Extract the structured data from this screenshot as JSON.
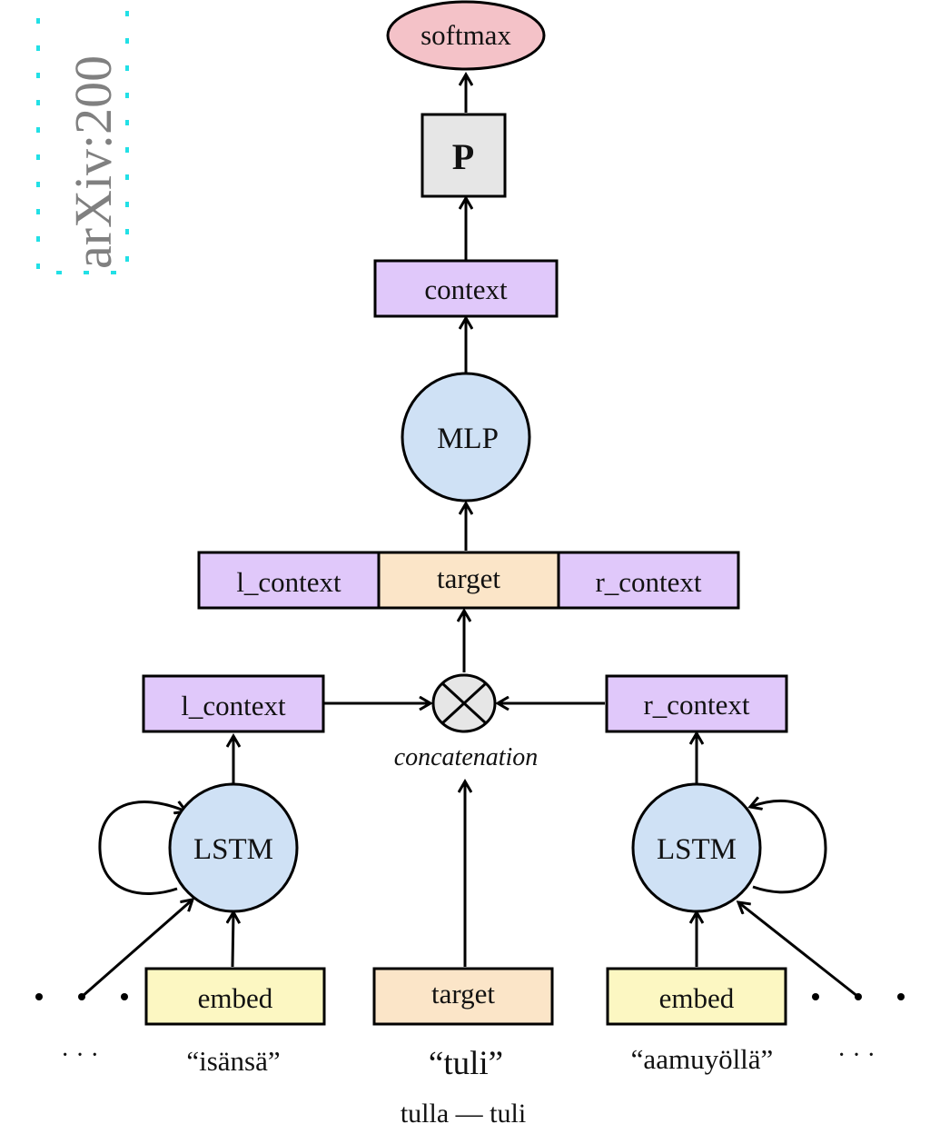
{
  "watermark": {
    "text": "arXiv:200",
    "color": "#808080",
    "border_color": "#22e0e6"
  },
  "colors": {
    "softmax": "#f4c2c8",
    "projection": "#e6e6e6",
    "context": "#e0c8fa",
    "mlp": "#cfe1f5",
    "target": "#fbe5c8",
    "lstm": "#cfe1f5",
    "embed": "#fcf7c2",
    "concat": "#e6e6e6"
  },
  "nodes": {
    "softmax": "softmax",
    "projection": "P",
    "context": "context",
    "mlp": "MLP",
    "concat_row": {
      "left": "l_context",
      "middle": "target",
      "right": "r_context"
    },
    "left_context": "l_context",
    "right_context": "r_context",
    "concat_label": "concatenation",
    "left_lstm": "LSTM",
    "right_lstm": "LSTM",
    "left_embed": "embed",
    "target_input": "target",
    "right_embed": "embed"
  },
  "words": {
    "left_dots": "· · ·",
    "left_word": "“isänsä”",
    "target_word": "“tuli”",
    "right_word": "“aamuyöllä”",
    "right_dots": "· · ·",
    "lemma_pair": "tulla — tuli"
  }
}
